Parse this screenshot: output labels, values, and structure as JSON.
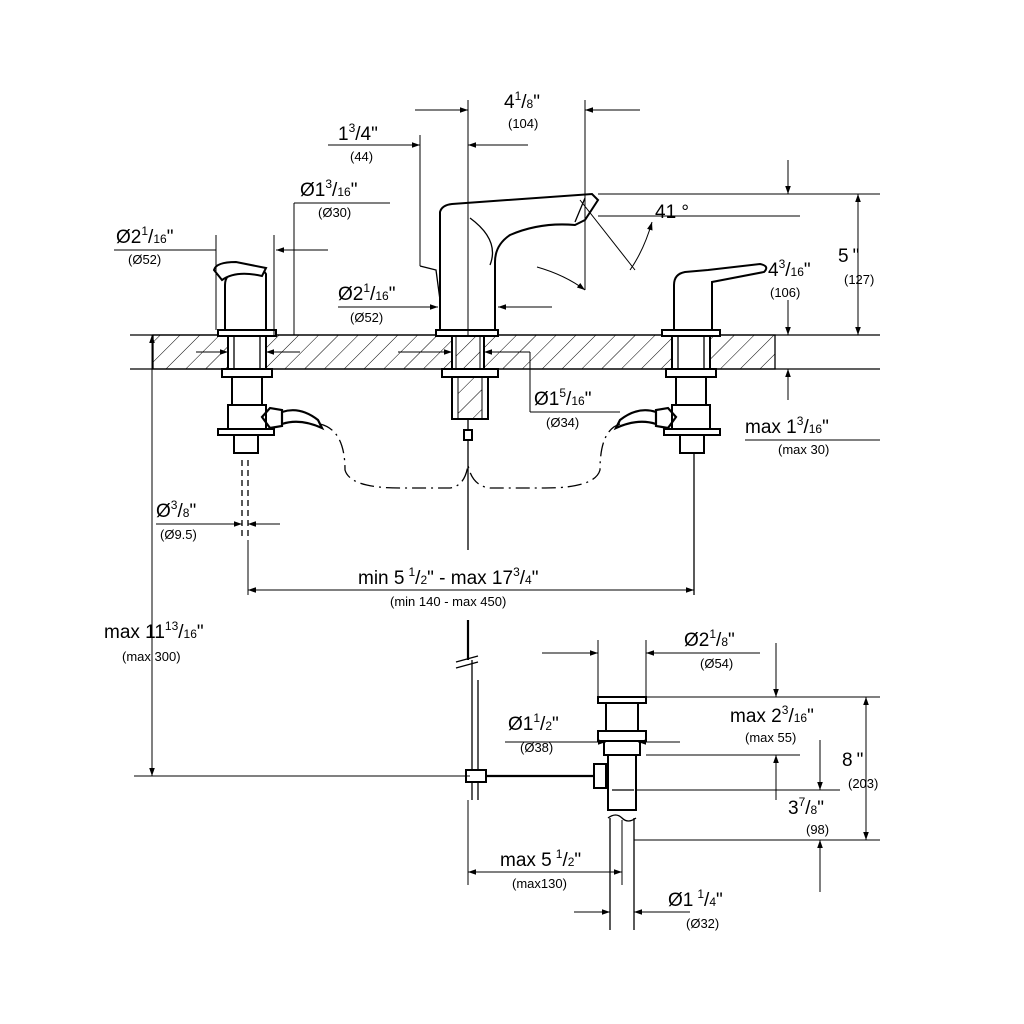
{
  "dims": {
    "spout_reach": {
      "main": "4",
      "frac_n": "1",
      "frac_d": "8",
      "unit": "\"",
      "metric": "(104)"
    },
    "lever_offset": {
      "main": "1",
      "frac_n": "3",
      "frac_d": "4",
      "unit": "\"",
      "metric": "(44)"
    },
    "stem_dia": {
      "main": "Ø1",
      "frac_n": "3",
      "frac_d": "16",
      "unit": "\"",
      "metric": "(Ø30)"
    },
    "handle_dia": {
      "main": "Ø2",
      "frac_n": "1",
      "frac_d": "16",
      "unit": "\"",
      "metric": "(Ø52)"
    },
    "spout_angle": {
      "main": "41 °"
    },
    "spout_height": {
      "main": "5",
      "unit": "\"",
      "metric": "(127)"
    },
    "handle_height": {
      "main": "4",
      "frac_n": "3",
      "frac_d": "16",
      "unit": "\"",
      "metric": "(106)"
    },
    "spout_base_dia": {
      "main": "Ø2",
      "frac_n": "1",
      "frac_d": "16",
      "unit": "\"",
      "metric": "(Ø52)"
    },
    "hole_dia": {
      "main": "Ø1",
      "frac_n": "5",
      "frac_d": "16",
      "unit": "\"",
      "metric": "(Ø34)"
    },
    "deck_thickness": {
      "main": "max 1",
      "frac_n": "3",
      "frac_d": "16",
      "unit": "\"",
      "metric": "(max 30)"
    },
    "supply_dia": {
      "main": "Ø",
      "frac_n": "3",
      "frac_d": "8",
      "unit": "\"",
      "metric": "(Ø9.5)"
    },
    "spread": {
      "main": "min 5",
      "frac_n": "1",
      "frac_d": "2",
      "unit": "\" - max 17",
      "frac2_n": "3",
      "frac2_d": "4",
      "unit2": "\"",
      "metric": "(min 140 - max 450)"
    },
    "overall_depth": {
      "main": "max 11",
      "frac_n": "13",
      "frac_d": "16",
      "unit": "\"",
      "metric": "(max 300)"
    },
    "drain_flange_dia": {
      "main": "Ø2",
      "frac_n": "1",
      "frac_d": "8",
      "unit": "\"",
      "metric": "(Ø54)"
    },
    "drain_body_dia": {
      "main": "Ø1",
      "frac_n": "1",
      "frac_d": "2",
      "unit": "\"",
      "metric": "(Ø38)"
    },
    "drain_thickness": {
      "main": "max 2",
      "frac_n": "3",
      "frac_d": "16",
      "unit": "\"",
      "metric": "(max 55)"
    },
    "drain_height": {
      "main": "8",
      "unit": "\"",
      "metric": "(203)"
    },
    "drain_tail": {
      "main": "3",
      "frac_n": "7",
      "frac_d": "8",
      "unit": "\"",
      "metric": "(98)"
    },
    "pop_up_reach": {
      "main": "max 5",
      "frac_n": "1",
      "frac_d": "2",
      "unit": "\"",
      "metric": "(max130)"
    },
    "tail_dia": {
      "main": "Ø1",
      "frac_n": "1",
      "frac_d": "4",
      "unit": "\"",
      "metric": "(Ø32)"
    }
  }
}
